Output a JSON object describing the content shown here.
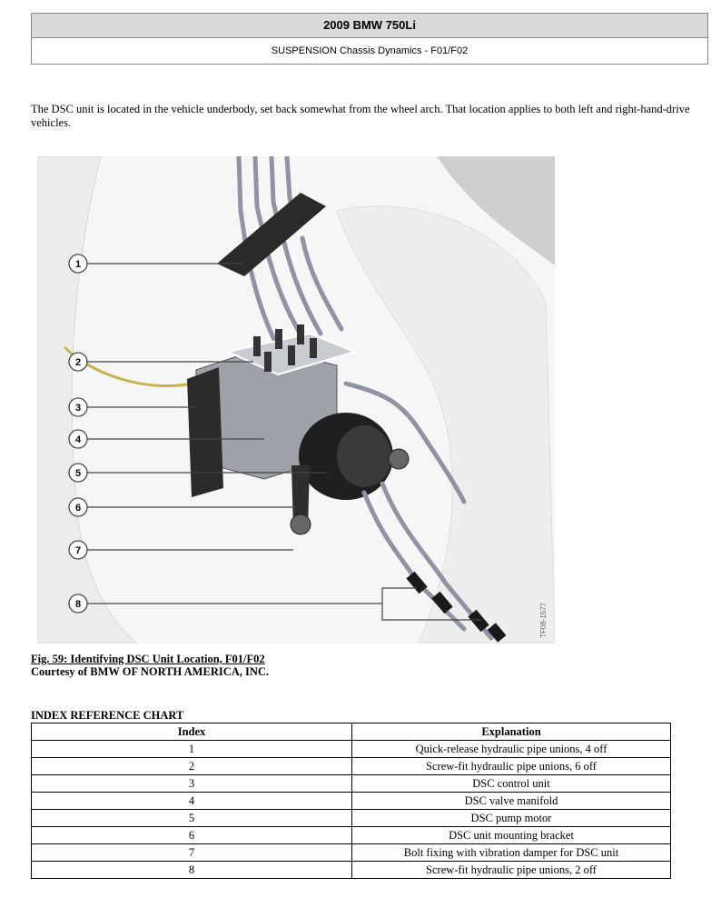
{
  "header": {
    "title": "2009 BMW 750Li",
    "subtitle": "SUSPENSION Chassis Dynamics - F01/F02"
  },
  "intro_text": "The DSC unit is located in the vehicle underbody, set back somewhat from the wheel arch. That location applies to both left and right-hand-drive vehicles.",
  "figure": {
    "callouts": [
      "1",
      "2",
      "3",
      "4",
      "5",
      "6",
      "7",
      "8"
    ],
    "image_code": "TF08-1577"
  },
  "caption": {
    "figure_label": "Fig. 59: Identifying DSC Unit Location, F01/F02",
    "courtesy": "Courtesy of BMW OF NORTH AMERICA, INC."
  },
  "index_chart": {
    "title": "INDEX REFERENCE CHART",
    "columns": [
      "Index",
      "Explanation"
    ],
    "rows": [
      [
        "1",
        "Quick-release hydraulic pipe unions, 4 off"
      ],
      [
        "2",
        "Screw-fit hydraulic pipe unions, 6 off"
      ],
      [
        "3",
        "DSC control unit"
      ],
      [
        "4",
        "DSC valve manifold"
      ],
      [
        "5",
        "DSC pump motor"
      ],
      [
        "6",
        "DSC unit mounting bracket"
      ],
      [
        "7",
        "Bolt fixing with vibration damper for DSC unit"
      ],
      [
        "8",
        "Screw-fit hydraulic pipe unions, 2 off"
      ]
    ]
  }
}
